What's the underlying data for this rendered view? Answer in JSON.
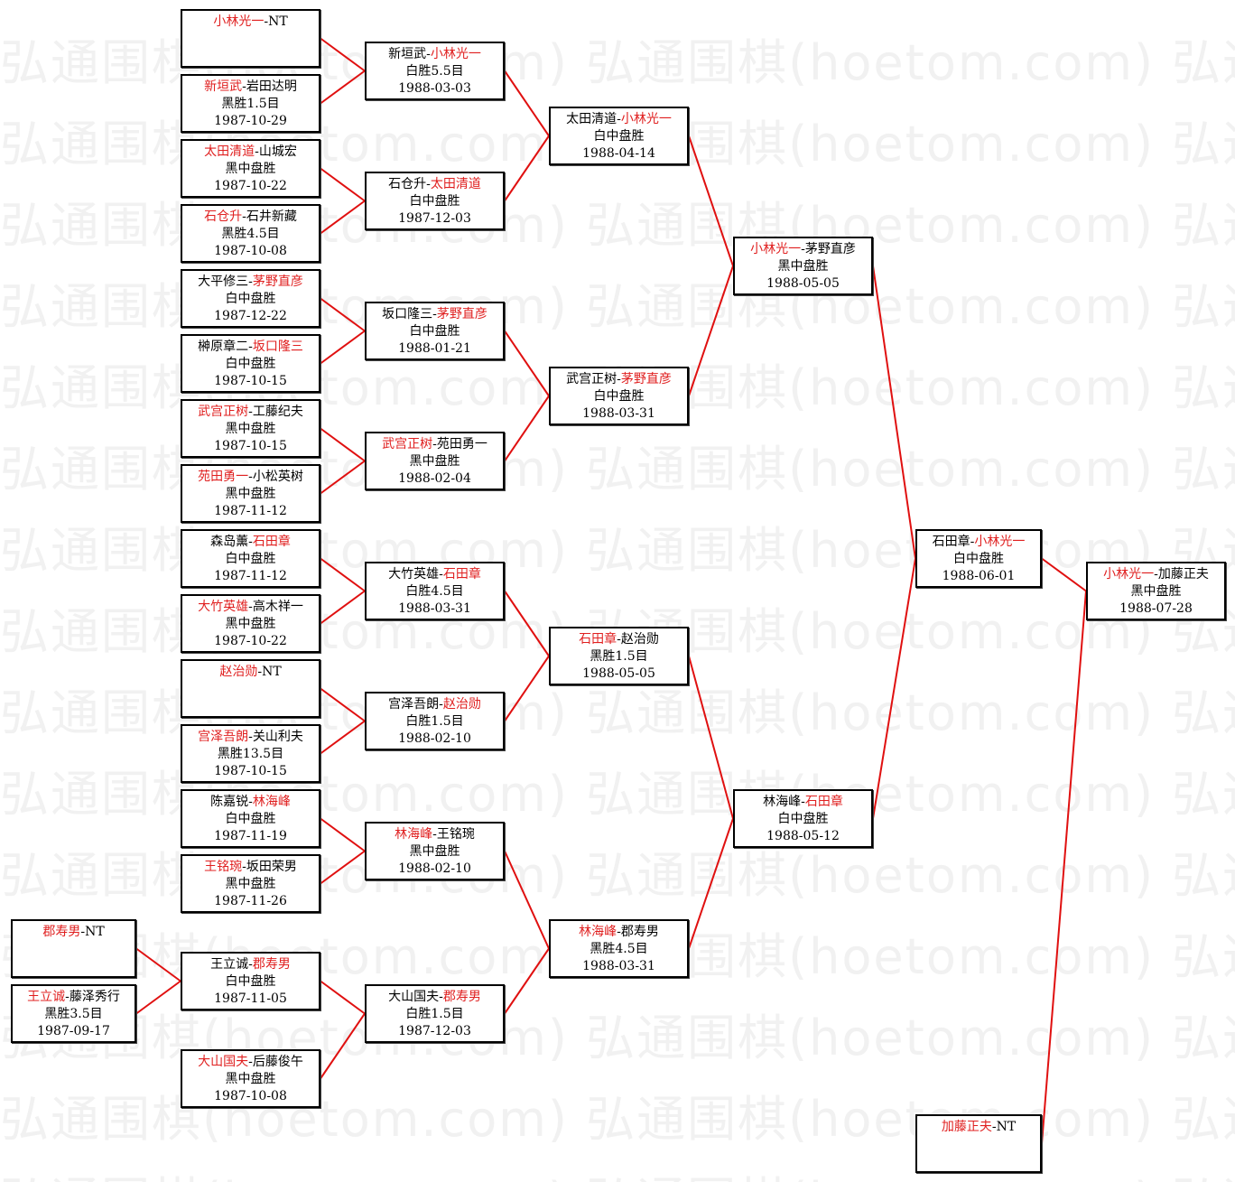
{
  "watermark": "弘通围棋(hoetom.com)",
  "colors": {
    "winner": "#e02020",
    "line": "#e01010",
    "border": "#000000"
  },
  "matches": [
    {
      "id": "r0a",
      "p1": "郡寿男",
      "p2": "NT",
      "winner": 1,
      "result": "",
      "date": ""
    },
    {
      "id": "r0b",
      "p1": "王立诚",
      "p2": "藤泽秀行",
      "winner": 1,
      "result": "黑胜3.5目",
      "date": "1987-09-17"
    },
    {
      "id": "r1a",
      "p1": "小林光一",
      "p2": "NT",
      "winner": 1,
      "result": "",
      "date": ""
    },
    {
      "id": "r1b",
      "p1": "新垣武",
      "p2": "岩田达明",
      "winner": 1,
      "result": "黑胜1.5目",
      "date": "1987-10-29"
    },
    {
      "id": "r1c",
      "p1": "太田清道",
      "p2": "山城宏",
      "winner": 1,
      "result": "黑中盘胜",
      "date": "1987-10-22"
    },
    {
      "id": "r1d",
      "p1": "石仓升",
      "p2": "石井新藏",
      "winner": 1,
      "result": "黑胜4.5目",
      "date": "1987-10-08"
    },
    {
      "id": "r1e",
      "p1": "大平修三",
      "p2": "茅野直彦",
      "winner": 2,
      "result": "白中盘胜",
      "date": "1987-12-22"
    },
    {
      "id": "r1f",
      "p1": "榊原章二",
      "p2": "坂口隆三",
      "winner": 2,
      "result": "白中盘胜",
      "date": "1987-10-15"
    },
    {
      "id": "r1g",
      "p1": "武宫正树",
      "p2": "工藤纪夫",
      "winner": 1,
      "result": "黑中盘胜",
      "date": "1987-10-15"
    },
    {
      "id": "r1h",
      "p1": "苑田勇一",
      "p2": "小松英树",
      "winner": 1,
      "result": "黑中盘胜",
      "date": "1987-11-12"
    },
    {
      "id": "r1i",
      "p1": "森岛薰",
      "p2": "石田章",
      "winner": 2,
      "result": "白中盘胜",
      "date": "1987-11-12"
    },
    {
      "id": "r1j",
      "p1": "大竹英雄",
      "p2": "高木祥一",
      "winner": 1,
      "result": "黑中盘胜",
      "date": "1987-10-22"
    },
    {
      "id": "r1k",
      "p1": "赵治勋",
      "p2": "NT",
      "winner": 1,
      "result": "",
      "date": ""
    },
    {
      "id": "r1l",
      "p1": "宫泽吾朗",
      "p2": "关山利夫",
      "winner": 1,
      "result": "黑胜13.5目",
      "date": "1987-10-15"
    },
    {
      "id": "r1m",
      "p1": "陈嘉锐",
      "p2": "林海峰",
      "winner": 2,
      "result": "白中盘胜",
      "date": "1987-11-19"
    },
    {
      "id": "r1n",
      "p1": "王铭琬",
      "p2": "坂田荣男",
      "winner": 1,
      "result": "黑中盘胜",
      "date": "1987-11-26"
    },
    {
      "id": "r1o",
      "p1": "王立诚",
      "p2": "郡寿男",
      "winner": 2,
      "result": "白中盘胜",
      "date": "1987-11-05"
    },
    {
      "id": "r1p",
      "p1": "大山国夫",
      "p2": "后藤俊午",
      "winner": 1,
      "result": "黑中盘胜",
      "date": "1987-10-08"
    },
    {
      "id": "r2a",
      "p1": "新垣武",
      "p2": "小林光一",
      "winner": 2,
      "result": "白胜5.5目",
      "date": "1988-03-03"
    },
    {
      "id": "r2b",
      "p1": "石仓升",
      "p2": "太田清道",
      "winner": 2,
      "result": "白中盘胜",
      "date": "1987-12-03"
    },
    {
      "id": "r2c",
      "p1": "坂口隆三",
      "p2": "茅野直彦",
      "winner": 2,
      "result": "白中盘胜",
      "date": "1988-01-21"
    },
    {
      "id": "r2d",
      "p1": "武宫正树",
      "p2": "苑田勇一",
      "winner": 1,
      "result": "黑中盘胜",
      "date": "1988-02-04"
    },
    {
      "id": "r2e",
      "p1": "大竹英雄",
      "p2": "石田章",
      "winner": 2,
      "result": "白胜4.5目",
      "date": "1988-03-31"
    },
    {
      "id": "r2f",
      "p1": "宫泽吾朗",
      "p2": "赵治勋",
      "winner": 2,
      "result": "白胜1.5目",
      "date": "1988-02-10"
    },
    {
      "id": "r2g",
      "p1": "林海峰",
      "p2": "王铭琬",
      "winner": 1,
      "result": "黑中盘胜",
      "date": "1988-02-10"
    },
    {
      "id": "r2h",
      "p1": "大山国夫",
      "p2": "郡寿男",
      "winner": 2,
      "result": "白胜1.5目",
      "date": "1987-12-03"
    },
    {
      "id": "r3a",
      "p1": "太田清道",
      "p2": "小林光一",
      "winner": 2,
      "result": "白中盘胜",
      "date": "1988-04-14"
    },
    {
      "id": "r3b",
      "p1": "武宫正树",
      "p2": "茅野直彦",
      "winner": 2,
      "result": "白中盘胜",
      "date": "1988-03-31"
    },
    {
      "id": "r3c",
      "p1": "石田章",
      "p2": "赵治勋",
      "winner": 1,
      "result": "黑胜1.5目",
      "date": "1988-05-05"
    },
    {
      "id": "r3d",
      "p1": "林海峰",
      "p2": "郡寿男",
      "winner": 1,
      "result": "黑胜4.5目",
      "date": "1988-03-31"
    },
    {
      "id": "r4a",
      "p1": "小林光一",
      "p2": "茅野直彦",
      "winner": 1,
      "result": "黑中盘胜",
      "date": "1988-05-05"
    },
    {
      "id": "r4b",
      "p1": "林海峰",
      "p2": "石田章",
      "winner": 2,
      "result": "白中盘胜",
      "date": "1988-05-12"
    },
    {
      "id": "r5a",
      "p1": "石田章",
      "p2": "小林光一",
      "winner": 2,
      "result": "白中盘胜",
      "date": "1988-06-01"
    },
    {
      "id": "r5b",
      "p1": "加藤正夫",
      "p2": "NT",
      "winner": 1,
      "result": "",
      "date": ""
    },
    {
      "id": "r6a",
      "p1": "小林光一",
      "p2": "加藤正夫",
      "winner": 1,
      "result": "黑中盘胜",
      "date": "1988-07-28"
    }
  ],
  "links": [
    [
      "r1a",
      "r1b",
      "r2a"
    ],
    [
      "r1c",
      "r1d",
      "r2b"
    ],
    [
      "r1e",
      "r1f",
      "r2c"
    ],
    [
      "r1g",
      "r1h",
      "r2d"
    ],
    [
      "r1i",
      "r1j",
      "r2e"
    ],
    [
      "r1k",
      "r1l",
      "r2f"
    ],
    [
      "r1m",
      "r1n",
      "r2g"
    ],
    [
      "r0a",
      "r0b",
      "r1o"
    ],
    [
      "r1o",
      "r1p",
      "r2h"
    ],
    [
      "r2a",
      "r2b",
      "r3a"
    ],
    [
      "r2c",
      "r2d",
      "r3b"
    ],
    [
      "r2e",
      "r2f",
      "r3c"
    ],
    [
      "r2g",
      "r2h",
      "r3d"
    ],
    [
      "r3a",
      "r3b",
      "r4a"
    ],
    [
      "r3c",
      "r3d",
      "r4b"
    ],
    [
      "r4a",
      "r4b",
      "r5a"
    ],
    [
      "r5a",
      "r5b",
      "r6a"
    ]
  ]
}
